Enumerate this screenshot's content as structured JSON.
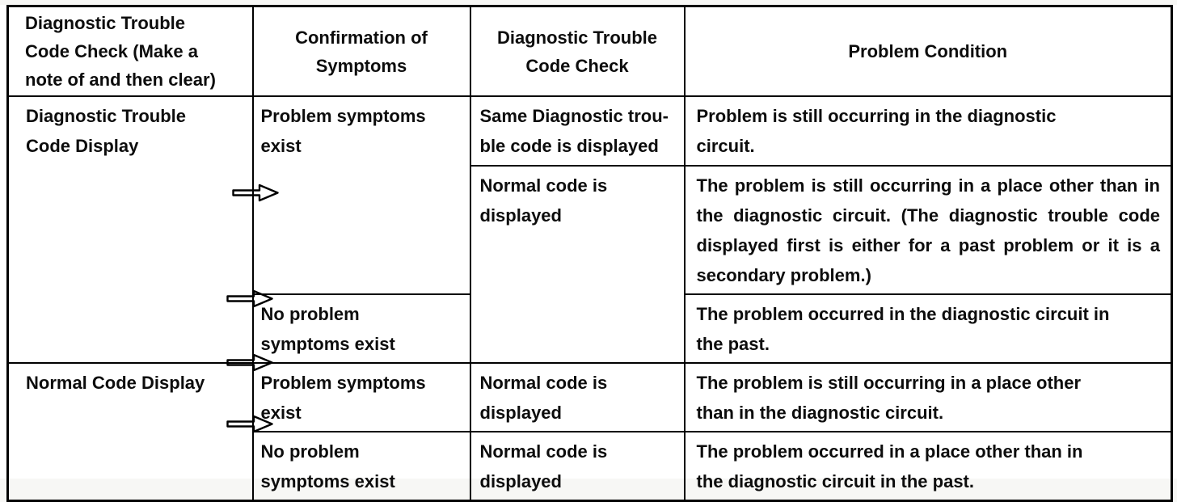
{
  "colors": {
    "background": "#ffffff",
    "text": "#0d0d0d",
    "border": "#000000"
  },
  "icons": {
    "flow_arrow": "hollow-right-arrow"
  },
  "table": {
    "headers": [
      "Diagnostic Trouble\nCode Check (Make a\nnote of and then clear)",
      "Confirmation of\nSymptoms",
      "Diagnostic Trouble\nCode Check",
      "Problem Condition"
    ],
    "rows": [
      {
        "c1": "Diagnostic Trouble\nCode Display",
        "c2": "Problem symptoms\nexist",
        "c3": "Same Diagnostic trou-\nble code is displayed",
        "c4": "Problem is still occurring in the diagnostic\ncircuit."
      },
      {
        "c3": "Normal code is\ndisplayed",
        "c4": "The problem is still occurring in a place other than in the diagnostic circuit. (The diagnostic trouble code displayed first is either for a past problem or it is a secondary problem.)"
      },
      {
        "c2": "No problem\nsymptoms exist",
        "c4": "The problem occurred in the diagnostic circuit in\nthe past."
      },
      {
        "c1": "Normal Code Display",
        "c2": "Problem symptoms\nexist",
        "c3": "Normal code is\ndisplayed",
        "c4": "The problem is still occurring in a place other\nthan in the diagnostic circuit."
      },
      {
        "c2": "No problem\nsymptoms exist",
        "c3": "Normal code is\ndisplayed",
        "c4": "The problem occurred in a place other than in\nthe diagnostic circuit in the past."
      }
    ]
  }
}
